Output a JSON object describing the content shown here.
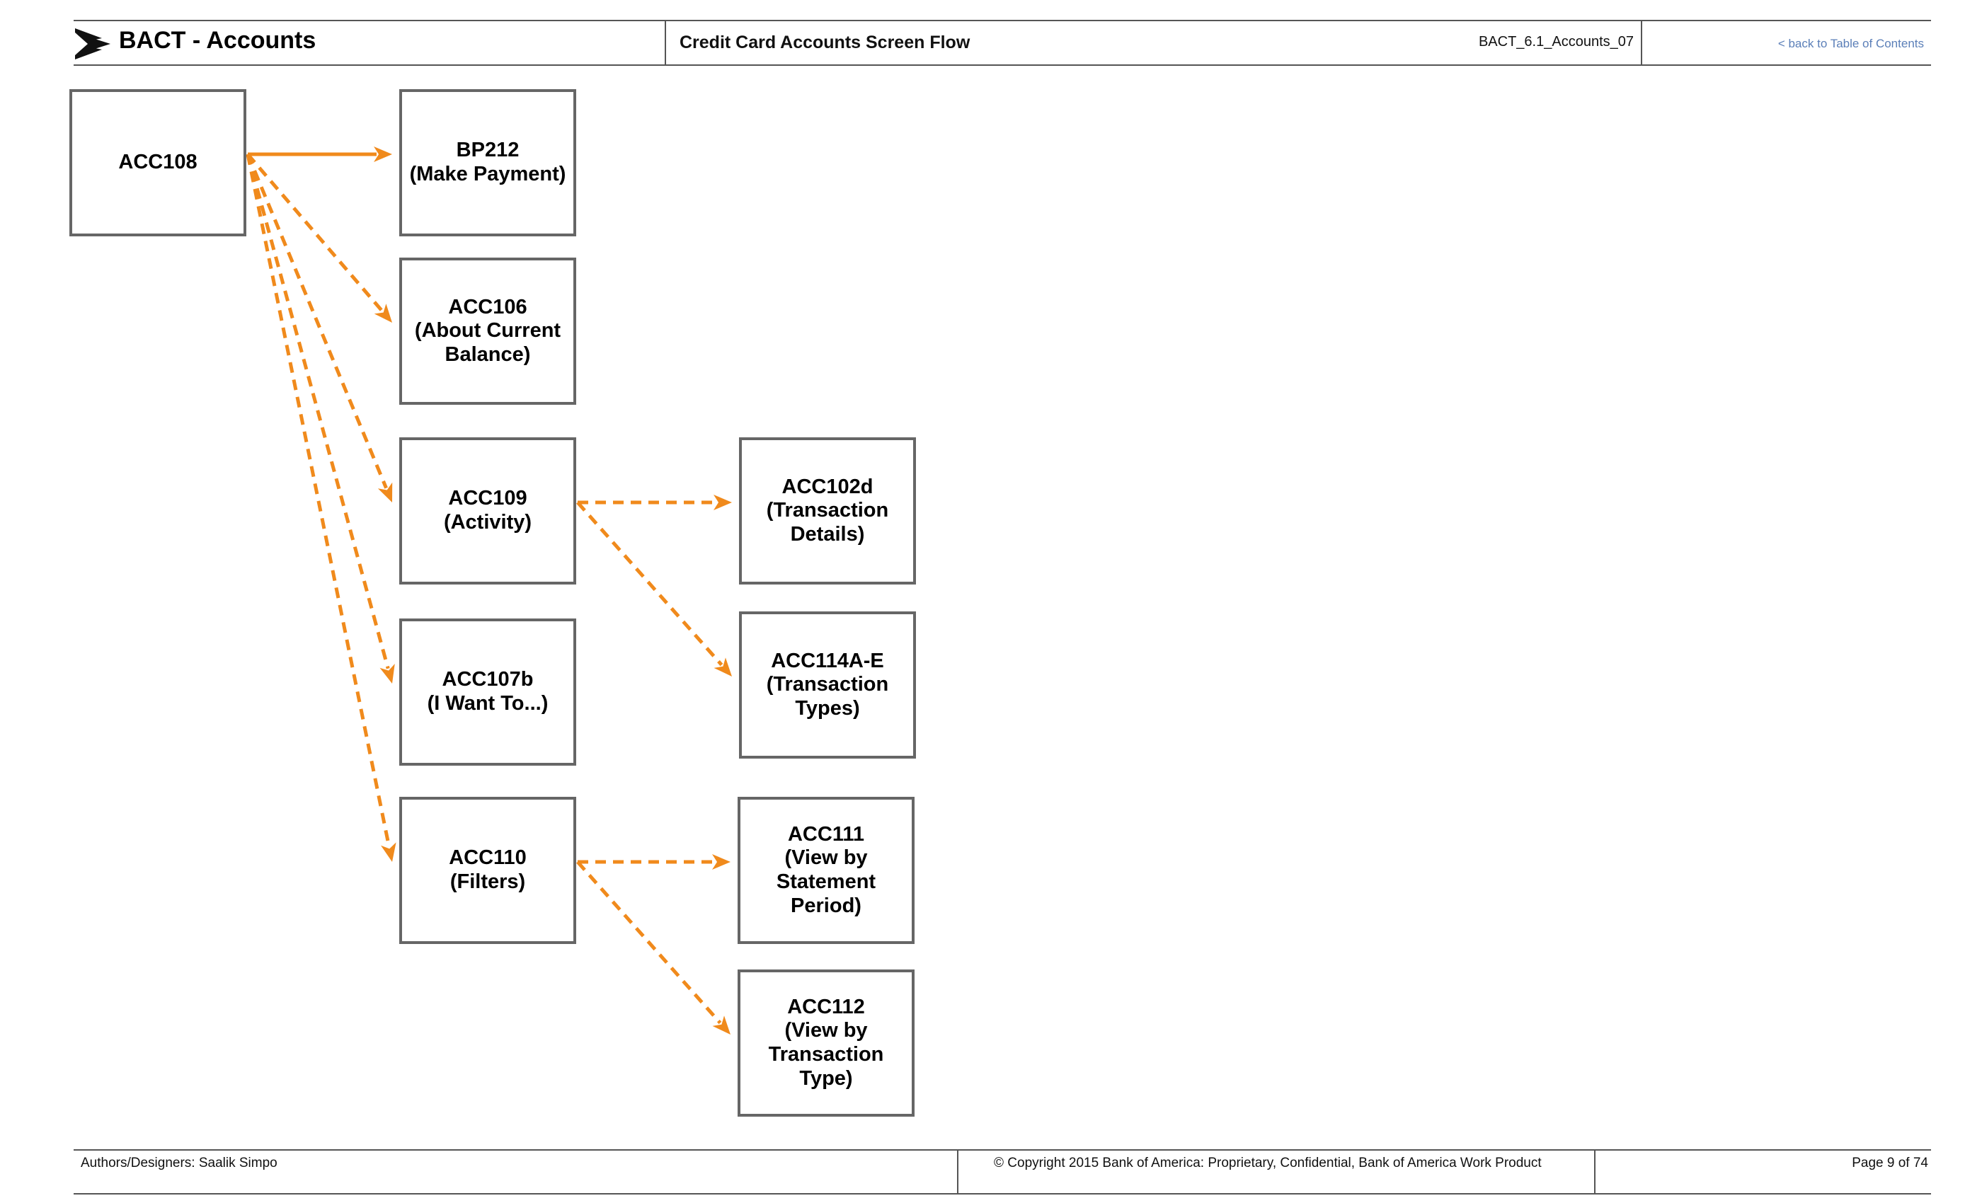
{
  "header": {
    "title": "BACT - Accounts",
    "subtitle": "Credit Card Accounts Screen Flow",
    "doc_id": "BACT_6.1_Accounts_07",
    "back_link": "< back to Table of Contents"
  },
  "diagram": {
    "accent_color": "#f08a1c",
    "nodes": {
      "acc108": "ACC108",
      "bp212": "BP212\n(Make Payment)",
      "acc106": "ACC106\n(About Current\nBalance)",
      "acc109": "ACC109\n(Activity)",
      "acc107b": "ACC107b\n(I Want To...)",
      "acc110": "ACC110\n(Filters)",
      "acc102d": "ACC102d\n(Transaction\nDetails)",
      "acc114ae": "ACC114A-E\n(Transaction\nTypes)",
      "acc111": "ACC111\n(View by\nStatement Period)",
      "acc112": "ACC112\n(View by\nTransaction Type)"
    },
    "edges": [
      {
        "from": "acc108",
        "to": "bp212",
        "style": "solid"
      },
      {
        "from": "acc108",
        "to": "acc106",
        "style": "dashed"
      },
      {
        "from": "acc108",
        "to": "acc109",
        "style": "dashed"
      },
      {
        "from": "acc108",
        "to": "acc107b",
        "style": "dashed"
      },
      {
        "from": "acc108",
        "to": "acc110",
        "style": "dashed"
      },
      {
        "from": "acc109",
        "to": "acc102d",
        "style": "dashed"
      },
      {
        "from": "acc109",
        "to": "acc114ae",
        "style": "dashed"
      },
      {
        "from": "acc110",
        "to": "acc111",
        "style": "dashed"
      },
      {
        "from": "acc110",
        "to": "acc112",
        "style": "dashed"
      }
    ]
  },
  "footer": {
    "authors": "Authors/Designers:  Saalik Simpo",
    "copyright": "© Copyright 2015 Bank of America: Proprietary, Confidential, Bank of America Work Product",
    "page": "Page 9  of 74"
  }
}
